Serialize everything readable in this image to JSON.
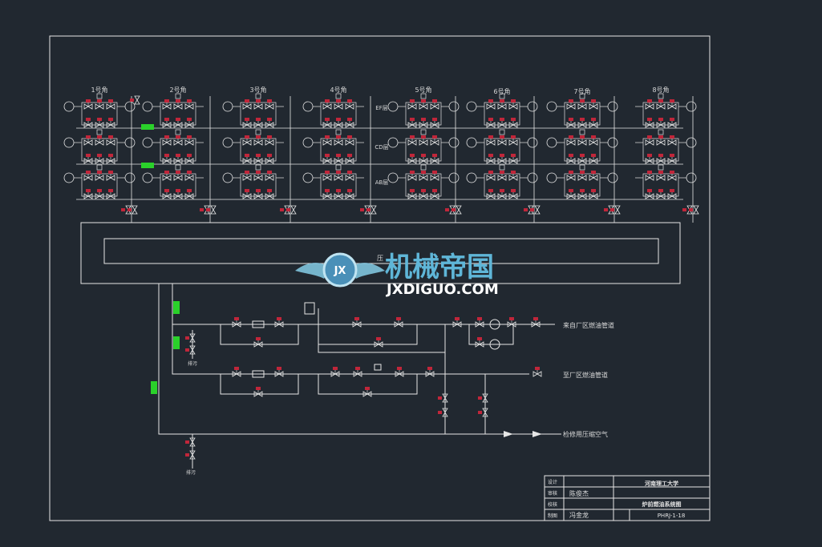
{
  "drawing": {
    "corner_labels": [
      "1号角",
      "2号角",
      "3号角",
      "4号角",
      "5号角",
      "6号角",
      "7号角",
      "8号角"
    ],
    "layer_labels": [
      "EF层",
      "CD层",
      "AB层"
    ],
    "header_partial": "压",
    "pipe_labels": {
      "from_plant": "来自厂区燃油管道",
      "to_plant": "至厂区燃油管道",
      "air": "检修用压缩空气"
    },
    "drain_label": "排污",
    "drain_label_2": "排污"
  },
  "title_block": {
    "school": "河南理工大学",
    "drawing_title": "炉前燃油系统图",
    "drawing_no": "PHRJ-1-18",
    "row_labels": [
      "设计",
      "审核",
      "校核",
      "制图"
    ],
    "designer": "陈俊杰",
    "checker": "冯金龙"
  },
  "watermark": {
    "cn": "机械帝国",
    "en": "JXDIGUO.COM",
    "badge": "JX"
  },
  "colors": {
    "background": "#212830",
    "line": "#e6e6e6",
    "valve_red": "#c0263a",
    "instrument_green": "#2ad12a",
    "watermark_blue": "#5fb6d8"
  }
}
